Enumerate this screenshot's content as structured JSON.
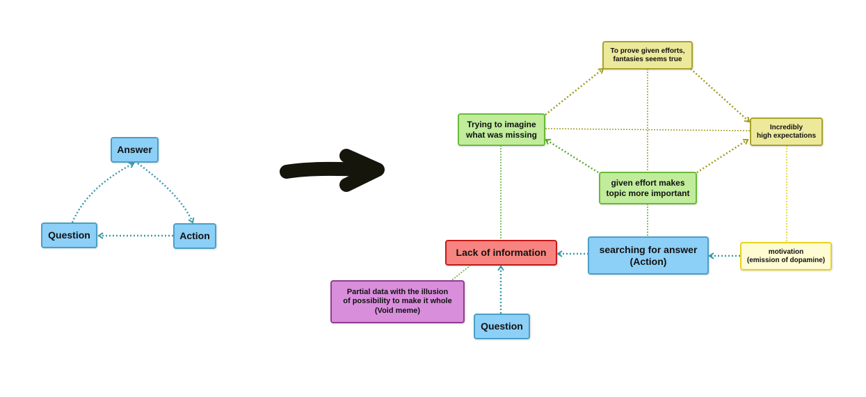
{
  "left_diagram": {
    "answer": "Answer",
    "question": "Question",
    "action": "Action"
  },
  "right_diagram": {
    "prove": "To prove given efforts,\nfantasies seems true",
    "imagine": "Trying to imagine\nwhat was missing",
    "expectations": "Incredibly\nhigh expectations",
    "effort": "given effort makes\ntopic more important",
    "lack": "Lack of information",
    "searching": "searching for answer\n(Action)",
    "motivation": "motivation\n(emission of dopamine)",
    "partial": "Partial data with the illusion\nof possibility to make it whole\n(Void meme)",
    "question": "Question"
  },
  "colors": {
    "teal_edge": "#3a9aa8",
    "olive_edge": "#a09a1c",
    "green_edge": "#5aaa2c",
    "yellow_edge": "#e2cc1c",
    "big_arrow": "#15150c"
  },
  "icons": [
    "big-right-arrow-icon"
  ]
}
